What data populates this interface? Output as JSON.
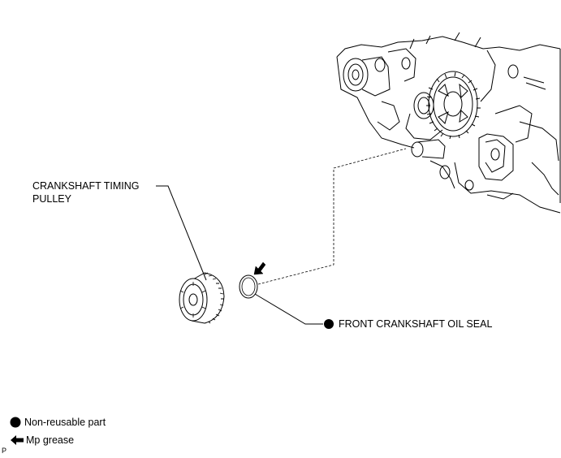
{
  "labels": {
    "pulley_line1": "CRANKSHAFT TIMING",
    "pulley_line2": "PULLEY",
    "oil_seal": "FRONT CRANKSHAFT OIL SEAL"
  },
  "legend": {
    "non_reusable": "Non-reusable part",
    "mp_grease": "Mp grease"
  },
  "figure_code": "P",
  "icons": {
    "non_reusable": "filled-circle-icon",
    "mp_grease": "arrow-left-icon"
  }
}
